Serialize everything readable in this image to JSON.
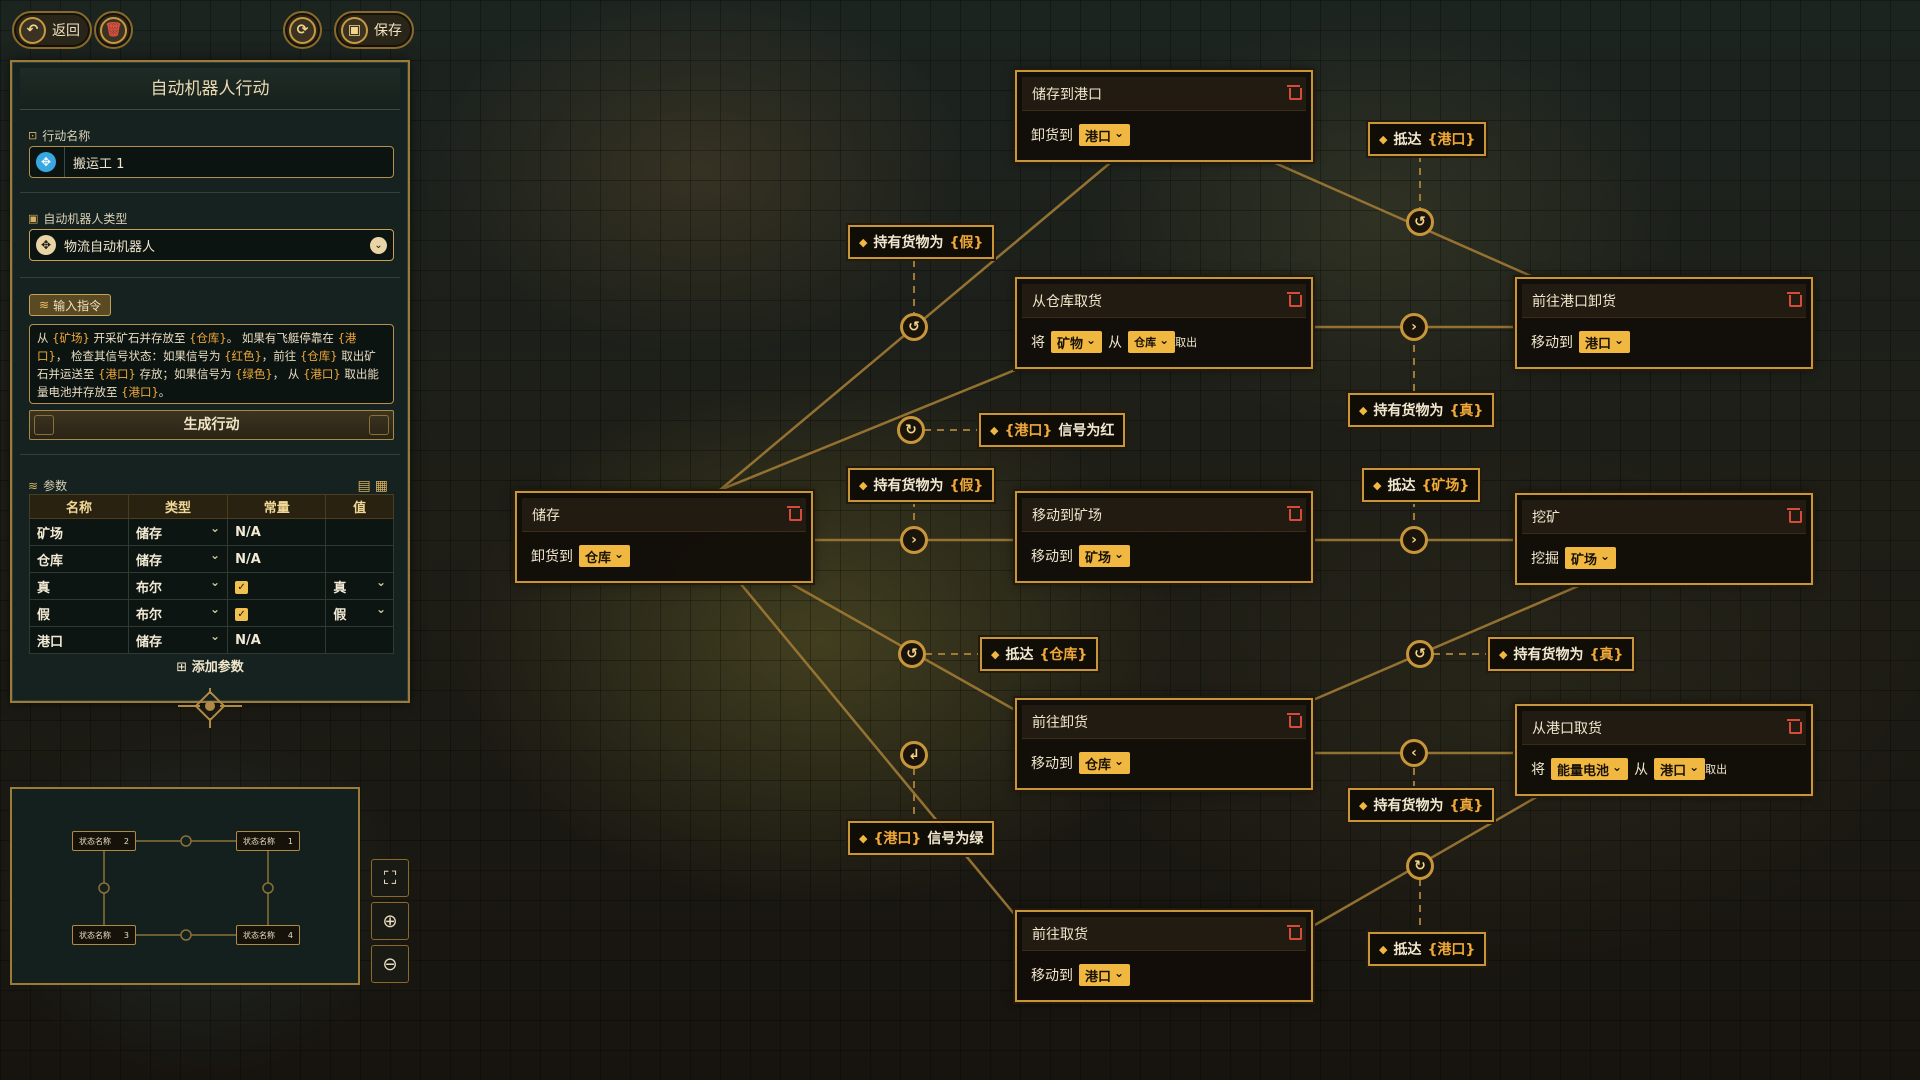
{
  "toolbar": {
    "back_label": "返回",
    "save_label": "保存"
  },
  "panel": {
    "title": "自动机器人行动",
    "action_name_label": "行动名称",
    "action_name_value": "搬运工 1",
    "robot_type_label": "自动机器人类型",
    "robot_type_value": "物流自动机器人",
    "input_cmd_label": "输入指令",
    "instruction": {
      "p1": "从 ",
      "h1": "{矿场}",
      "p2": " 开采矿石并存放至 ",
      "h2": "{仓库}",
      "p3": "。 如果有飞艇停靠在 ",
      "h3": "{港口}",
      "p4": "， 检查其信号状态：如果信号为 ",
      "h4": "{红色}",
      "p5": "，前往 ",
      "h5": "{仓库}",
      "p6": " 取出矿石并运送至 ",
      "h6": "{港口}",
      "p7": " 存放；如果信号为 ",
      "h7": "{绿色}",
      "p8": "， 从 ",
      "h8": "{港口}",
      "p9": " 取出能量电池并存放至 ",
      "h9": "{港口}",
      "p10": "。"
    },
    "generate_label": "生成行动",
    "params_label": "参数",
    "table": {
      "headers": [
        "名称",
        "类型",
        "常量",
        "值"
      ],
      "rows": [
        {
          "name": "矿场",
          "type": "储存",
          "const": "N/A",
          "value": ""
        },
        {
          "name": "仓库",
          "type": "储存",
          "const": "N/A",
          "value": ""
        },
        {
          "name": "真",
          "type": "布尔",
          "const": "",
          "value": "真"
        },
        {
          "name": "假",
          "type": "布尔",
          "const": "",
          "value": "假"
        },
        {
          "name": "港口",
          "type": "储存",
          "const": "N/A",
          "value": ""
        }
      ]
    },
    "add_param_label": "添加参数"
  },
  "minimap": {
    "nodes": [
      {
        "label": "状态名称",
        "num": "2"
      },
      {
        "label": "状态名称",
        "num": "1"
      },
      {
        "label": "状态名称",
        "num": "3"
      },
      {
        "label": "状态名称",
        "num": "4"
      }
    ]
  },
  "nodes": {
    "store": {
      "title": "储存",
      "verb": "卸货到",
      "opt": "仓库"
    },
    "store_port": {
      "title": "储存到港口",
      "verb": "卸货到",
      "opt": "港口"
    },
    "take_warehouse": {
      "title": "从仓库取货",
      "verb": "将",
      "opt1": "矿物",
      "from": "从",
      "opt2": "仓库",
      "tail": "取出"
    },
    "go_port_unload": {
      "title": "前往港口卸货",
      "verb": "移动到",
      "opt": "港口"
    },
    "move_mine": {
      "title": "移动到矿场",
      "verb": "移动到",
      "opt": "矿场"
    },
    "mine": {
      "title": "挖矿",
      "verb": "挖掘",
      "opt": "矿场"
    },
    "go_unload": {
      "title": "前往卸货",
      "verb": "移动到",
      "opt": "仓库"
    },
    "take_port": {
      "title": "从港口取货",
      "verb": "将",
      "opt1": "能量电池",
      "from": "从",
      "opt2": "港口",
      "tail": "取出"
    },
    "go_pickup": {
      "title": "前往取货",
      "verb": "移动到",
      "opt": "港口"
    }
  },
  "conditions": {
    "c1": {
      "text": "持有货物为",
      "hl": "{假}"
    },
    "c2": {
      "text": "抵达",
      "hl": "{港口}"
    },
    "c3": {
      "hl": "{港口}",
      "text": "信号为红"
    },
    "c4": {
      "text": "持有货物为",
      "hl": "{真}"
    },
    "c5": {
      "text": "持有货物为",
      "hl": "{假}"
    },
    "c6": {
      "text": "抵达",
      "hl": "{矿场}"
    },
    "c7": {
      "text": "抵达",
      "hl": "{仓库}"
    },
    "c8": {
      "text": "持有货物为",
      "hl": "{真}"
    },
    "c9": {
      "text": "持有货物为",
      "hl": "{真}"
    },
    "c10": {
      "hl": "{港口}",
      "text": "信号为绿"
    },
    "c11": {
      "text": "抵达",
      "hl": "{港口}"
    }
  },
  "colors": {
    "accent": "#c8963a",
    "highlight": "#f0a838",
    "pill": "#f0b840",
    "delete": "#d84a3a"
  }
}
